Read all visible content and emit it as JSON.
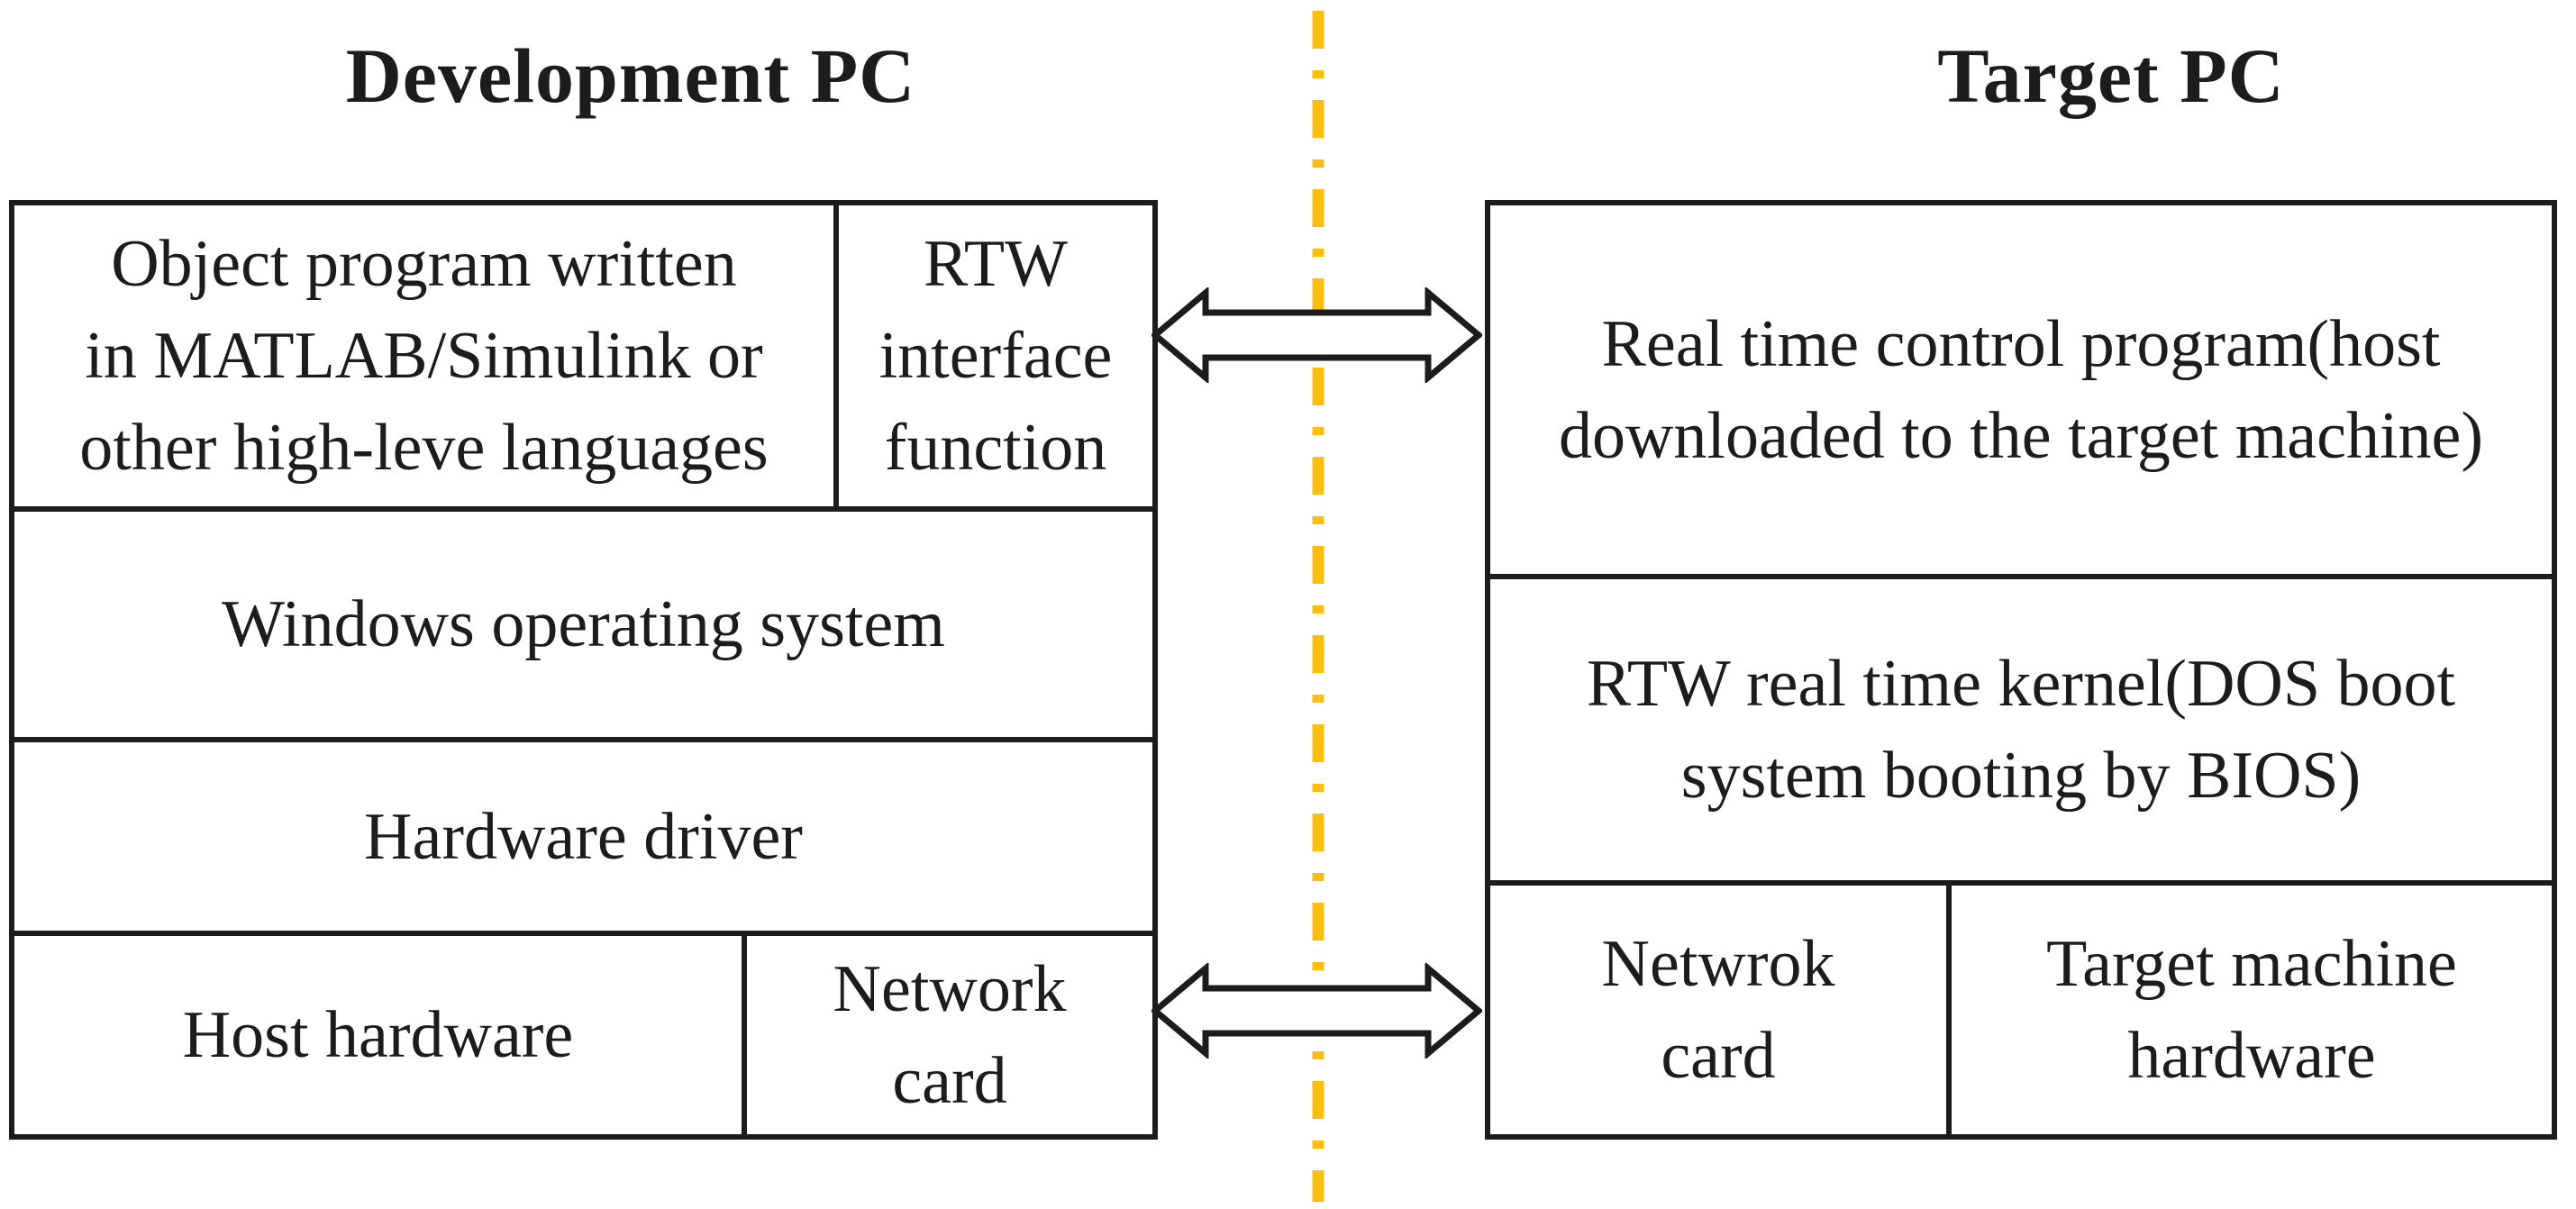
{
  "titles": {
    "development_pc": "Development PC",
    "target_pc": "Target PC"
  },
  "development_pc": {
    "object_program": "Object program written\nin MATLAB/Simulink or\nother high-leve languages",
    "rtw_interface": "RTW\ninterface\nfunction",
    "windows_os": "Windows operating system",
    "hardware_driver": "Hardware driver",
    "host_hardware": "Host hardware",
    "network_card": "Network\ncard"
  },
  "target_pc": {
    "realtime_control_program": "Real time control program(host\ndownloaded to the target machine)",
    "rtw_kernel": "RTW real time kernel(DOS boot\nsystem booting by BIOS)",
    "network_card": "Netwrok\ncard",
    "target_hardware": "Target machine\nhardware"
  },
  "connectors": {
    "top_arrow": "bidirectional link between RTW interface function and real time control program",
    "bottom_arrow": "bidirectional link between network cards"
  },
  "colors": {
    "ink": "#1c1c1c",
    "divider_yellow": "#fcbf10",
    "arrow_fill": "#ffffff",
    "background": "#ffffff"
  }
}
